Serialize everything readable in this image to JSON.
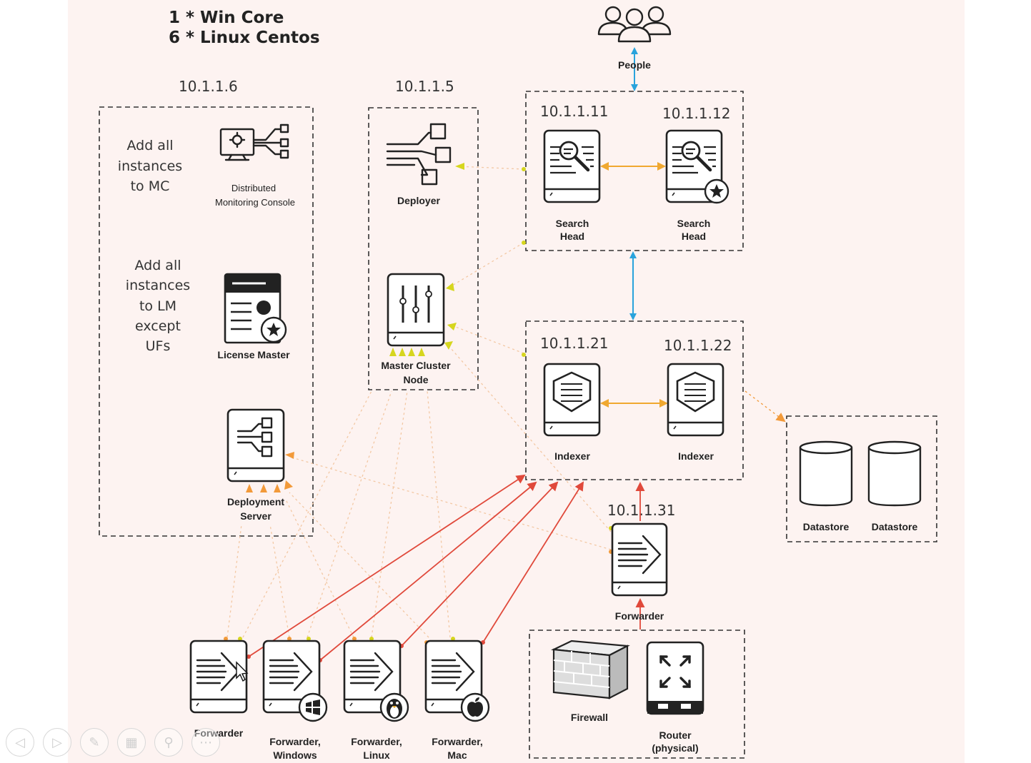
{
  "header": {
    "line1": "1 * Win Core",
    "line2": "6 * Linux Centos"
  },
  "ips": {
    "mgmt": "10.1.1.6",
    "deployer": "10.1.1.5",
    "sh1": "10.1.1.11",
    "sh2": "10.1.1.12",
    "idx1": "10.1.1.21",
    "idx2": "10.1.1.22",
    "hf": "10.1.1.31"
  },
  "notes": {
    "mc": [
      "Add all",
      "instances",
      "to MC"
    ],
    "lm": [
      "Add all",
      "instances",
      "to LM",
      "except",
      "UFs"
    ]
  },
  "nodes": {
    "people": "People",
    "dmc": [
      "Distributed",
      "Monitoring Console"
    ],
    "license_master": "License Master",
    "deployment_server": [
      "Deployment",
      "Server"
    ],
    "deployer": "Deployer",
    "master_cluster": [
      "Master Cluster",
      "Node"
    ],
    "search_head_1": [
      "Search",
      "Head"
    ],
    "search_head_2": [
      "Search",
      "Head"
    ],
    "indexer_1": "Indexer",
    "indexer_2": "Indexer",
    "heavy_forwarder": "Forwarder",
    "datastore_1": "Datastore",
    "datastore_2": "Datastore",
    "firewall": "Firewall",
    "router": [
      "Router",
      "(physical)"
    ],
    "fwd": "Forwarder",
    "fwd_win": [
      "Forwarder,",
      "Windows"
    ],
    "fwd_linux": [
      "Forwarder,",
      "Linux"
    ],
    "fwd_mac": [
      "Forwarder,",
      "Mac"
    ]
  },
  "colors": {
    "search_link": "#29a3dc",
    "replication": "#f0a830",
    "data_flow": "#e0493b",
    "mgmt_flow": "#d6d61e",
    "deploy_flow": "#f29a3a"
  },
  "controls": [
    "back-icon",
    "forward-icon",
    "pen-icon",
    "slides-icon",
    "zoom-icon",
    "more-icon"
  ]
}
